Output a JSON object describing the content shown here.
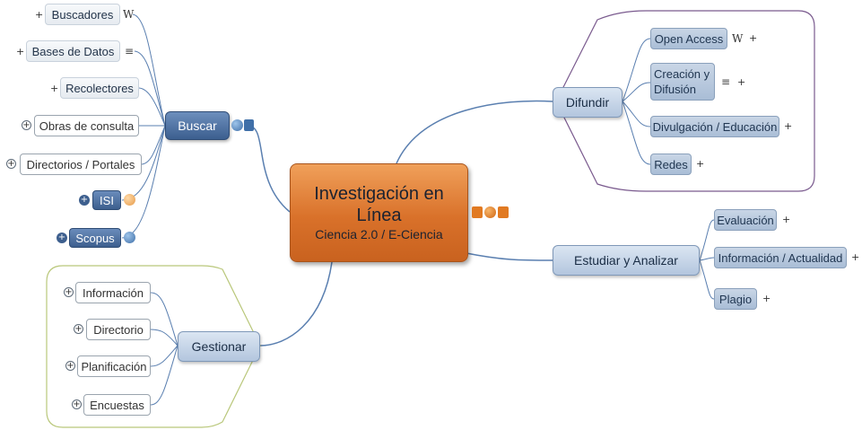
{
  "central": {
    "title": "Investigación en Línea",
    "subtitle": "Ciencia 2.0 / E-Ciencia"
  },
  "buscar": {
    "label": "Buscar",
    "items": [
      "Buscadores",
      "Bases de Datos",
      "Recolectores",
      "Obras de consulta",
      "Directorios / Portales",
      "ISI",
      "Scopus"
    ]
  },
  "gestionar": {
    "label": "Gestionar",
    "items": [
      "Información",
      "Directorio",
      "Planificación",
      "Encuestas"
    ]
  },
  "difundir": {
    "label": "Difundir",
    "items": [
      "Open Access",
      "Creación y Difusión",
      "Divulgación / Educación",
      "Redes"
    ]
  },
  "estudiar": {
    "label": "Estudiar y Analizar",
    "items": [
      "Evaluación",
      "Información / Actualidad",
      "Plagio"
    ]
  },
  "icons": {
    "wikipedia": "W",
    "list": "≡"
  },
  "colors": {
    "central": "#d9712a",
    "buscar_branch": "#3c5f8f",
    "connector": "#5a7fb0",
    "difundir_outline": "#7a5a8e",
    "gestionar_outline": "#b9c77a"
  }
}
